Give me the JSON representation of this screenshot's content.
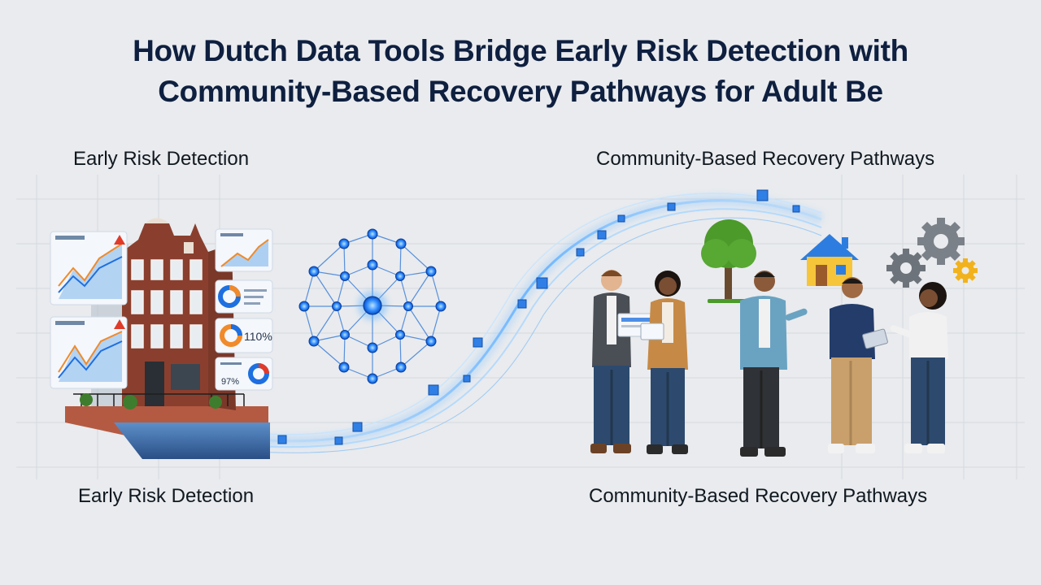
{
  "header": {
    "title_line1": "How Dutch Data Tools Bridge Early Risk Detection with",
    "title_line2": "Community-Based Recovery Pathways for Adult Be"
  },
  "labels": {
    "top_left": "Early Risk Detection",
    "top_right": "Community-Based Recovery Pathways",
    "bottom_left": "Early Risk Detection",
    "bottom_right": "Community-Based Recovery Pathways"
  },
  "dashboard": {
    "stat_percent": "110%",
    "stat_small": "97%"
  },
  "colors": {
    "background": "#e9ebee",
    "title": "#0e1f3f",
    "accent_blue": "#1e6fe0",
    "glow_blue": "#6fb6ff",
    "chart_orange": "#f08a2a",
    "house_yellow": "#f6c53a",
    "house_blue": "#2d7de0",
    "tree_green": "#4c9a2a",
    "gear_gray": "#7b8189",
    "gear_yellow": "#f2b21c",
    "warning_red": "#e03b2a"
  },
  "icons": [
    "warning-icon",
    "network-icon",
    "tree-icon",
    "house-icon",
    "gear-icon",
    "tablet-icon",
    "laptop-icon"
  ]
}
